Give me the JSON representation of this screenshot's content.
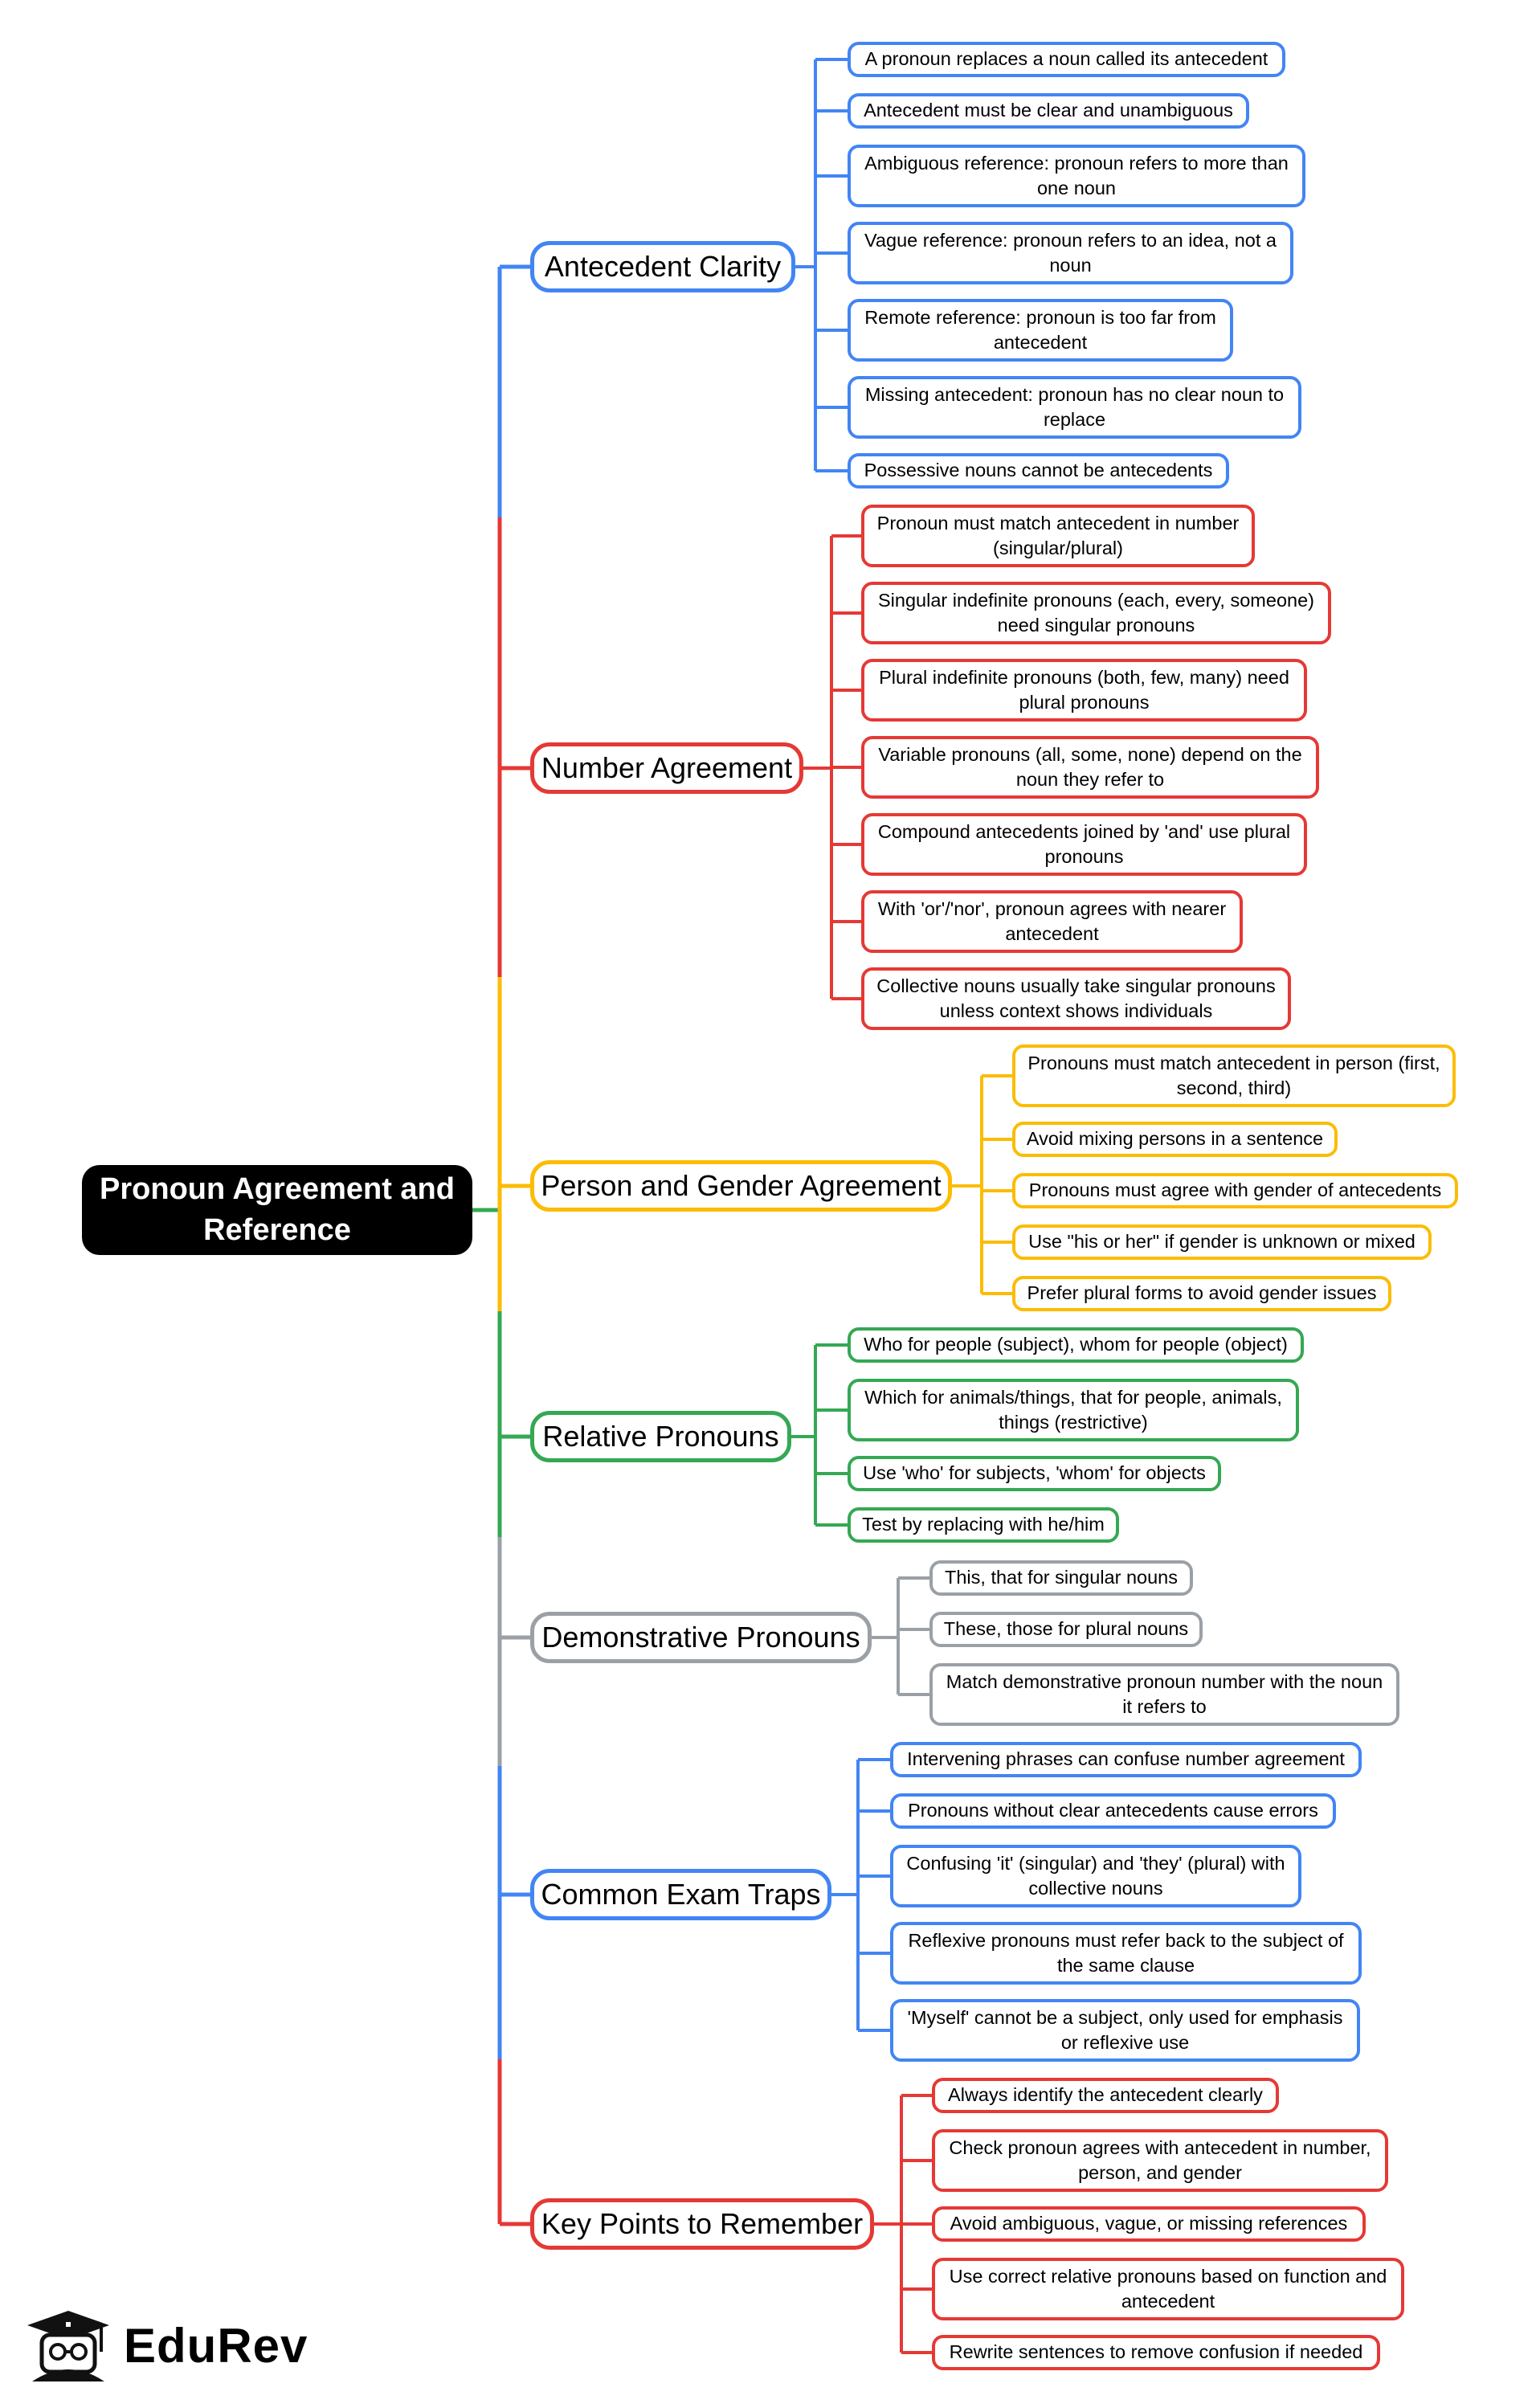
{
  "root": {
    "title": "Pronoun Agreement and Reference"
  },
  "colors": {
    "blue": "#4285f4",
    "red": "#e53935",
    "yellow": "#fbbc04",
    "green": "#34a853",
    "gray": "#9aa0a6"
  },
  "branches": [
    {
      "label": "Antecedent Clarity",
      "color": "blue",
      "leaves": [
        "A pronoun replaces a noun called its antecedent",
        "Antecedent must be clear and unambiguous",
        "Ambiguous reference: pronoun refers to more than one noun",
        "Vague reference: pronoun refers to an idea, not a noun",
        "Remote reference: pronoun is too far from antecedent",
        "Missing antecedent: pronoun has no clear noun to replace",
        "Possessive nouns cannot be antecedents"
      ]
    },
    {
      "label": "Number Agreement",
      "color": "red",
      "leaves": [
        "Pronoun must match antecedent in number (singular/plural)",
        "Singular indefinite pronouns (each, every, someone) need singular pronouns",
        "Plural indefinite pronouns (both, few, many) need plural pronouns",
        "Variable pronouns (all, some, none) depend on the noun they refer to",
        "Compound antecedents joined by 'and' use plural pronouns",
        "With 'or'/'nor', pronoun agrees with nearer antecedent",
        "Collective nouns usually take singular pronouns unless context shows individuals"
      ]
    },
    {
      "label": "Person and Gender Agreement",
      "color": "yellow",
      "leaves": [
        "Pronouns must match antecedent in person (first, second, third)",
        "Avoid mixing persons in a sentence",
        "Pronouns must agree with gender of antecedents",
        "Use \"his or her\" if gender is unknown or mixed",
        "Prefer plural forms to avoid gender issues"
      ]
    },
    {
      "label": "Relative Pronouns",
      "color": "green",
      "leaves": [
        "Who for people (subject), whom for people (object)",
        "Which for animals/things, that for people, animals, things (restrictive)",
        "Use 'who' for subjects, 'whom' for objects",
        "Test by replacing with he/him"
      ]
    },
    {
      "label": "Demonstrative Pronouns",
      "color": "gray",
      "leaves": [
        "This, that for singular nouns",
        "These, those for plural nouns",
        "Match demonstrative pronoun number with the noun it refers to"
      ]
    },
    {
      "label": "Common Exam Traps",
      "color": "blue",
      "leaves": [
        "Intervening phrases can confuse number agreement",
        "Pronouns without clear antecedents cause errors",
        "Confusing 'it' (singular) and 'they' (plural) with collective nouns",
        "Reflexive pronouns must refer back to the subject of the same clause",
        "'Myself' cannot be a subject, only used for emphasis or reflexive use"
      ]
    },
    {
      "label": "Key Points to Remember",
      "color": "red",
      "leaves": [
        "Always identify the antecedent clearly",
        "Check pronoun agrees with antecedent in number, person, and gender",
        "Avoid ambiguous, vague, or missing references",
        "Use correct relative pronouns based on function and antecedent",
        "Rewrite sentences to remove confusion if needed"
      ]
    }
  ],
  "logo": {
    "text": "EduRev",
    "icon": "graduation-cap-student-icon"
  }
}
